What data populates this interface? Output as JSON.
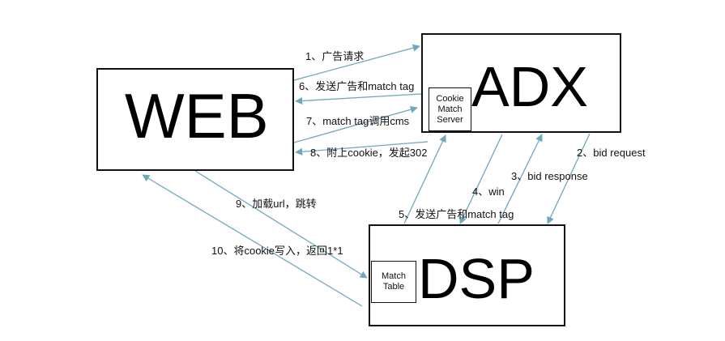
{
  "colors": {
    "arrow": "#6fa7bd",
    "border": "#111111",
    "text": "#111111"
  },
  "nodes": {
    "web": {
      "title": "WEB"
    },
    "adx": {
      "title": "ADX",
      "sub": {
        "line1": "Cookie",
        "line2": "Match",
        "line3": "Server"
      }
    },
    "dsp": {
      "title": "DSP",
      "sub": {
        "line1": "Match",
        "line2": "Table"
      }
    }
  },
  "steps": {
    "s1": "1、广告请求",
    "s2": "2、bid request",
    "s3": "3、bid response",
    "s4": "4、win",
    "s5": "5、发送广告和match tag",
    "s6": "6、发送广告和match tag",
    "s7": "7、match tag调用cms",
    "s8": "8、附上cookie，发起302",
    "s9": "9、加载url，跳转",
    "s10": "10、将cookie写入，返回1*1"
  }
}
